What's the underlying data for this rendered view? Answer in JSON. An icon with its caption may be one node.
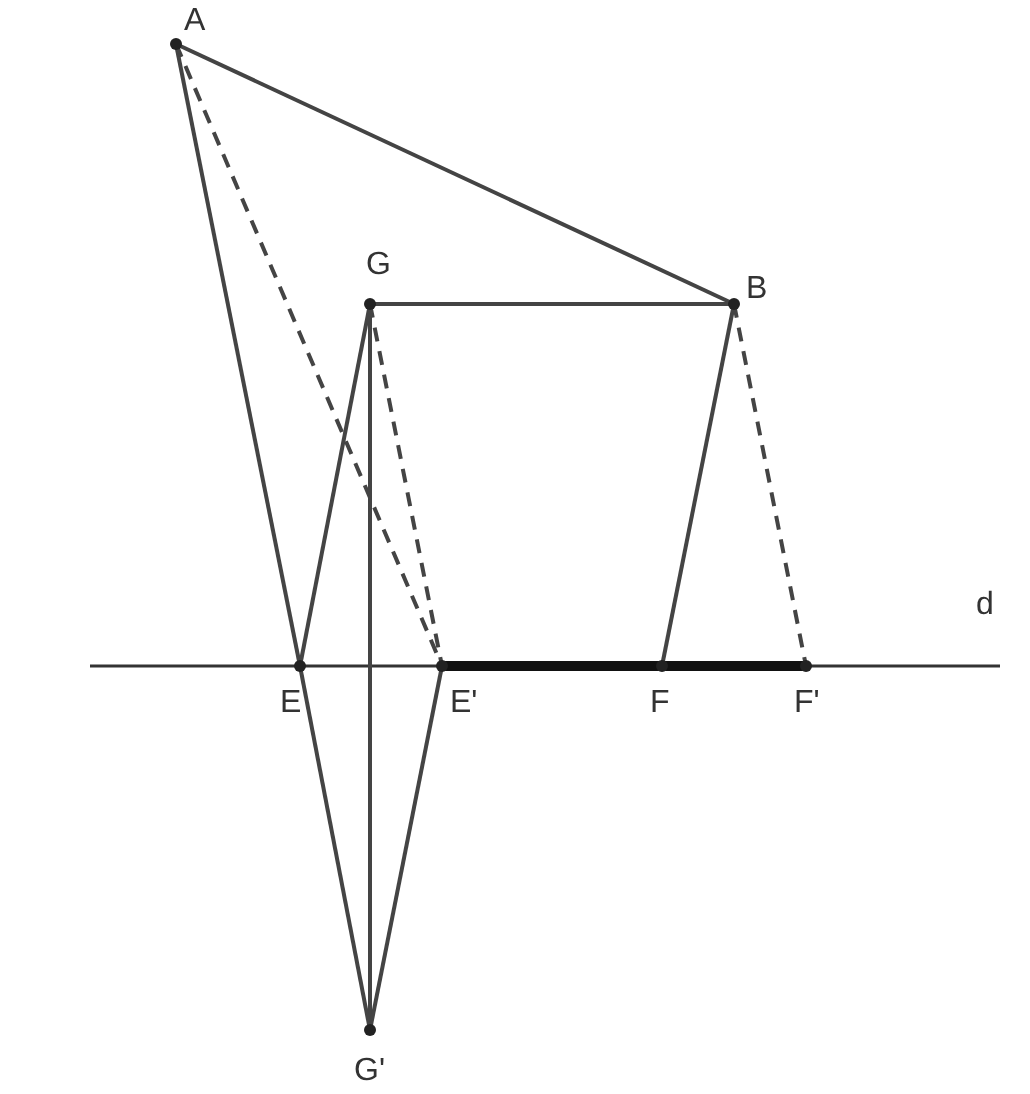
{
  "diagram": {
    "nodes": [
      {
        "text": [
          "A"
        ]
      },
      {
        "text": [
          "B"
        ]
      },
      {
        "text": [
          "G"
        ]
      },
      {
        "text": [
          "E"
        ]
      },
      {
        "text": [
          "E'"
        ]
      },
      {
        "text": [
          "F"
        ]
      },
      {
        "text": [
          "F'"
        ]
      },
      {
        "text": [
          "G'"
        ]
      }
    ],
    "labels": [
      "d"
    ],
    "edges": [
      {
        "from": 0,
        "to": 1,
        "arrow": "none"
      },
      {
        "from": 0,
        "to": 3,
        "arrow": "none"
      },
      {
        "from": 0,
        "to": 4,
        "arrow": "none",
        "style": "dashed"
      },
      {
        "from": 2,
        "to": 1,
        "arrow": "none"
      },
      {
        "from": 2,
        "to": 3,
        "arrow": "none"
      },
      {
        "from": 2,
        "to": 4,
        "arrow": "none",
        "style": "dashed"
      },
      {
        "from": 2,
        "to": 7,
        "arrow": "none"
      },
      {
        "from": 1,
        "to": 5,
        "arrow": "none"
      },
      {
        "from": 1,
        "to": 6,
        "arrow": "none",
        "style": "dashed"
      },
      {
        "from": 3,
        "to": 7,
        "arrow": "none"
      },
      {
        "from": 4,
        "to": 7,
        "arrow": "none"
      },
      {
        "from": 4,
        "to": 6,
        "arrow": "none",
        "style": "thick"
      }
    ]
  }
}
